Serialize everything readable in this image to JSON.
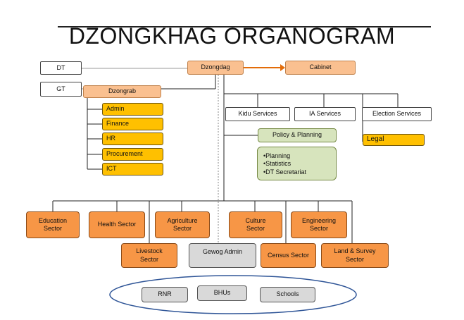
{
  "title": "DZONGKHAG ORGANOGRAM",
  "nodes": {
    "dt": "DT",
    "gt": "GT",
    "dzongdag": "Dzongdag",
    "cabinet": "Cabinet",
    "dzongrab": "Dzongrab",
    "admin": "Admin",
    "finance": "Finance",
    "hr": "HR",
    "procurement": "Procurement",
    "ict": "ICT",
    "kidu": "Kidu Services",
    "ia": "IA Services",
    "election": "Election Services",
    "legal": "Legal",
    "policy": "Policy & Planning",
    "policy_items": [
      "•Planning",
      "•Statistics",
      "•DT Secretariat"
    ],
    "education": "Education Sector",
    "health": "Health Sector",
    "agriculture": "Agriculture Sector",
    "culture": "Culture Sector",
    "engineering": "Engineering Sector",
    "livestock": "Livestock Sector",
    "gewog": "Gewog Admin",
    "census": "Census Sector",
    "land": "Land & Survey Sector",
    "rnr": "RNR",
    "bhus": "BHUs",
    "schools": "Schools"
  },
  "colors": {
    "peach": "#fac090",
    "orange": "#f79646",
    "gold": "#ffc000",
    "green": "#d7e4bd",
    "gray": "#d9d9d9",
    "arrow": "#e36c09",
    "ellipse": "#2f5597"
  }
}
